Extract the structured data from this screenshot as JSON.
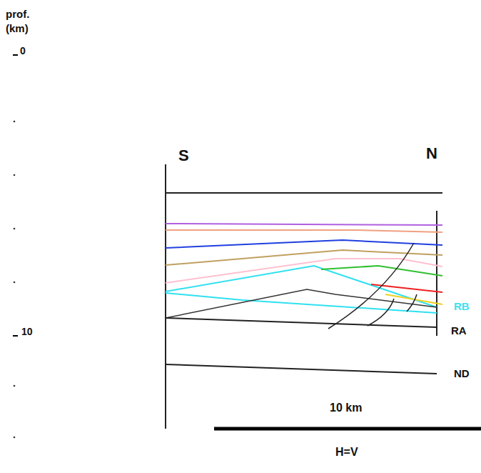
{
  "diagram": {
    "labels": [
      "prof.",
      "(km)",
      "0",
      "10",
      "S",
      "N",
      "RB",
      "RA",
      "ND",
      "10 km",
      "H=V"
    ]
  }
}
